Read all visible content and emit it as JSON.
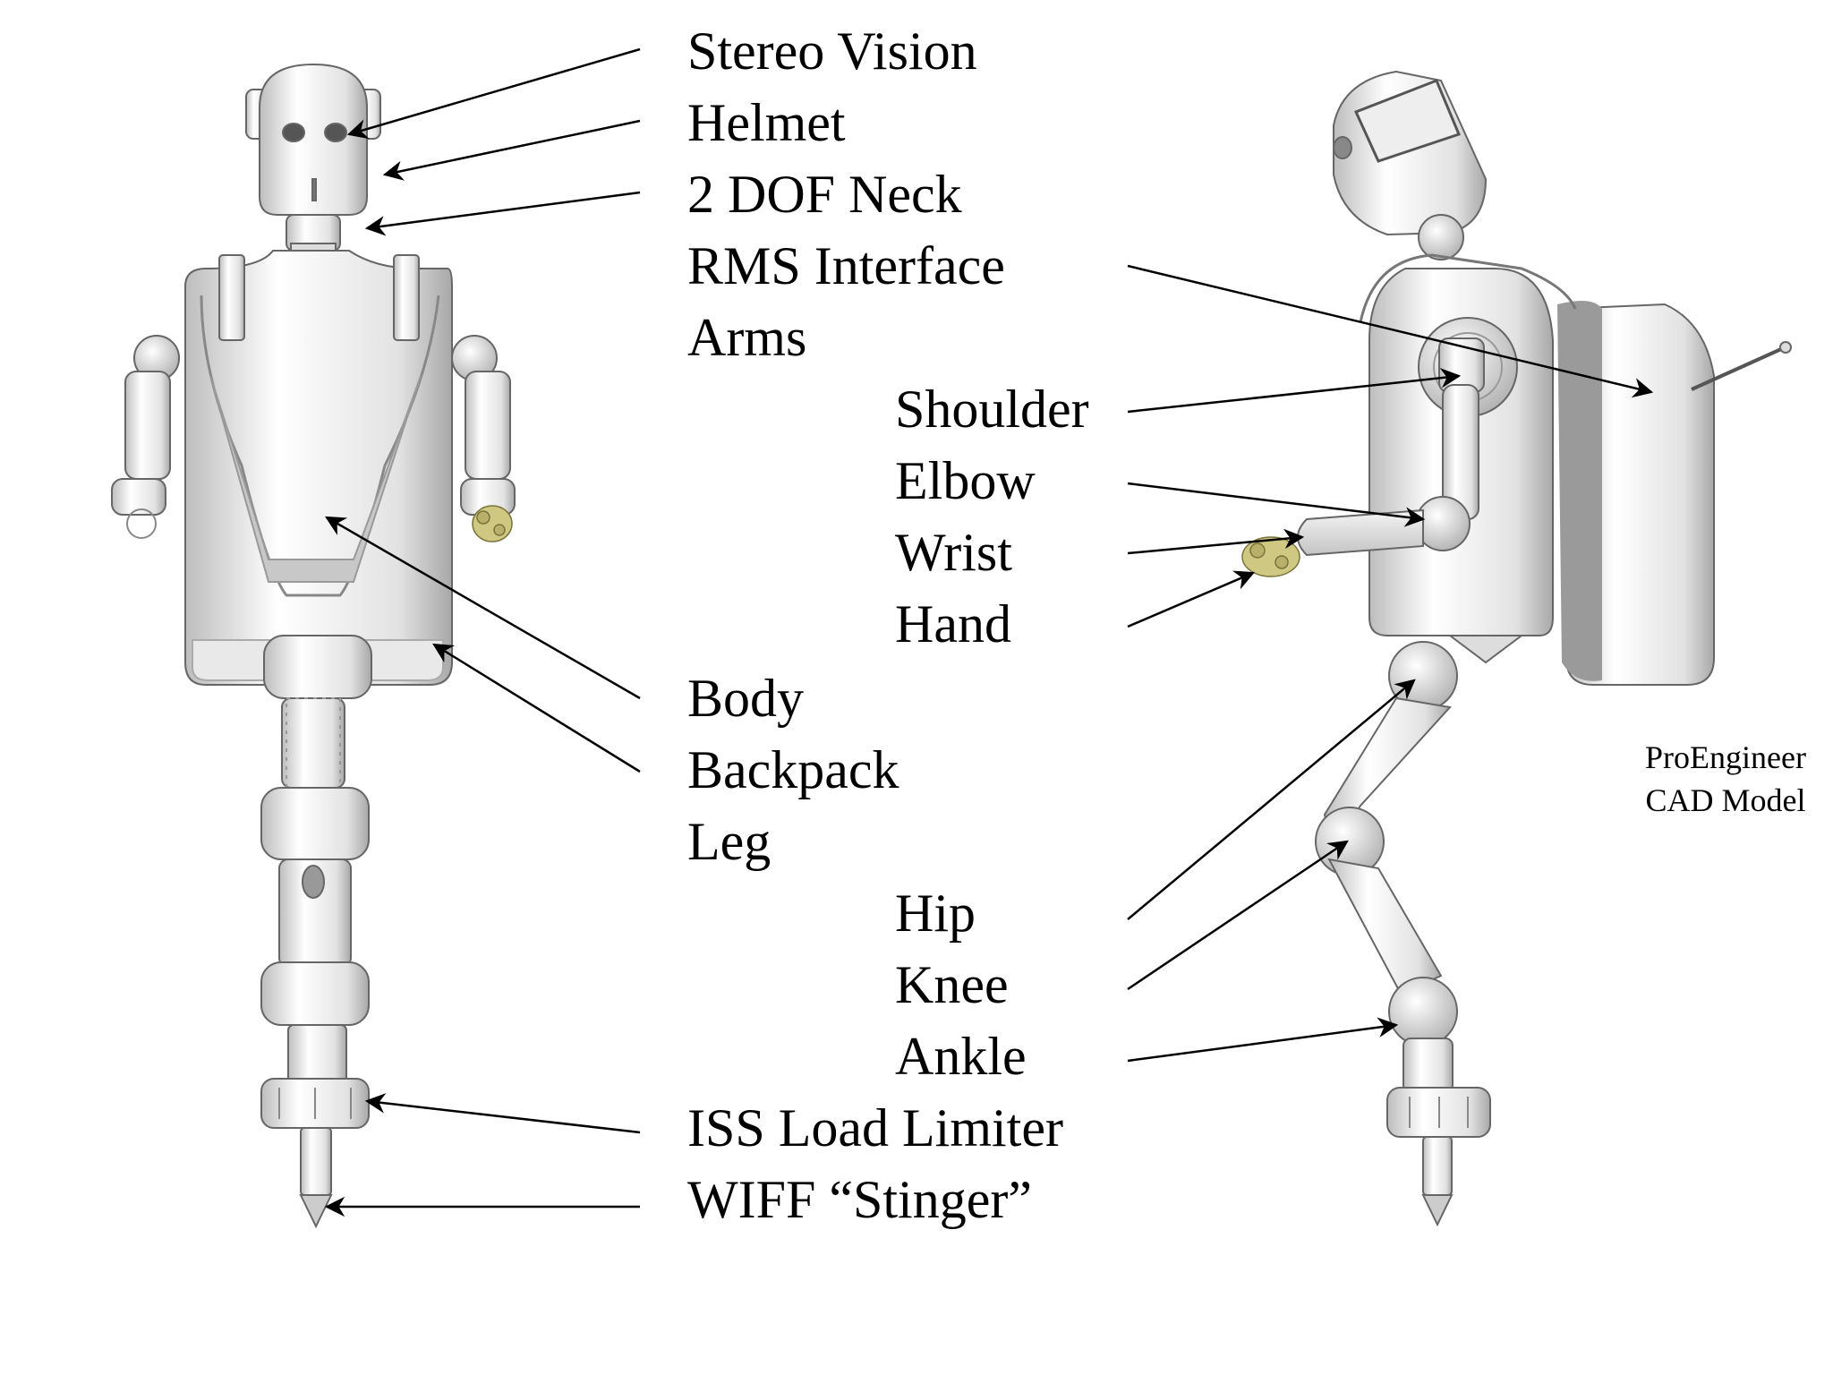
{
  "labels": {
    "stereo_vision": "Stereo Vision",
    "helmet": "Helmet",
    "neck": "2 DOF Neck",
    "rms_interface": "RMS Interface",
    "arms": "Arms",
    "shoulder": "Shoulder",
    "elbow": "Elbow",
    "wrist": "Wrist",
    "hand": "Hand",
    "body": "Body",
    "backpack": "Backpack",
    "leg": "Leg",
    "hip": "Hip",
    "knee": "Knee",
    "ankle": "Ankle",
    "load_limiter": "ISS Load Limiter",
    "stinger": "WIFF “Stinger”"
  },
  "caption": {
    "line1": "ProEngineer",
    "line2": "CAD Model"
  },
  "colors": {
    "body": "#e6e6e6",
    "shade": "#b5b5b5",
    "outline": "#555555",
    "hand": "#c8c27a",
    "arrow": "#000000"
  }
}
